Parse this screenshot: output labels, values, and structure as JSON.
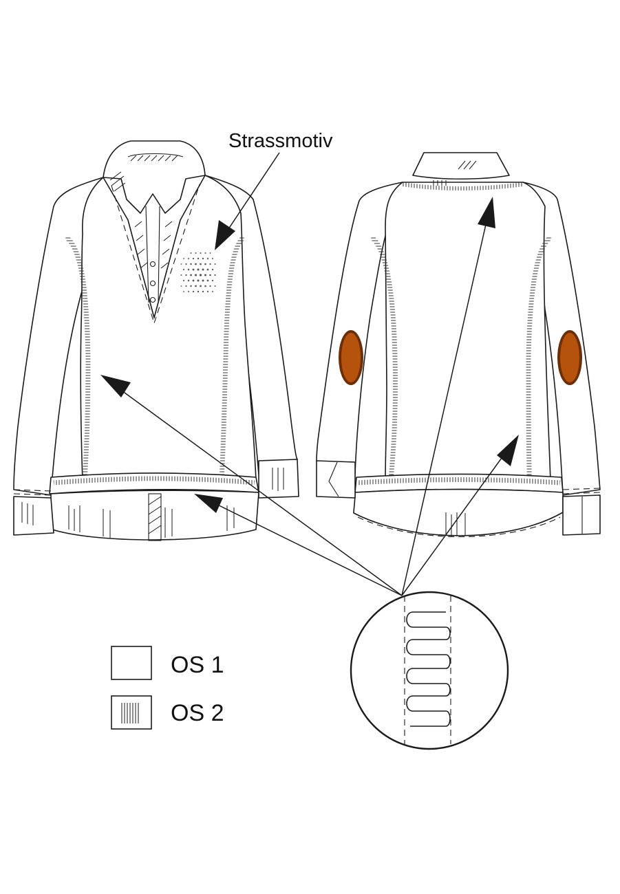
{
  "annotation": {
    "motif_label": "Strassmotiv"
  },
  "legend": [
    {
      "id": "os1",
      "label": "OS 1",
      "pattern": "plain"
    },
    {
      "id": "os2",
      "label": "OS 2",
      "pattern": "vertical-hatch"
    }
  ],
  "colors": {
    "line": "#1a1a1a",
    "elbow_patch": "#b5520c",
    "elbow_patch_dark": "#6b2e06",
    "rhinestone": "#555555"
  }
}
